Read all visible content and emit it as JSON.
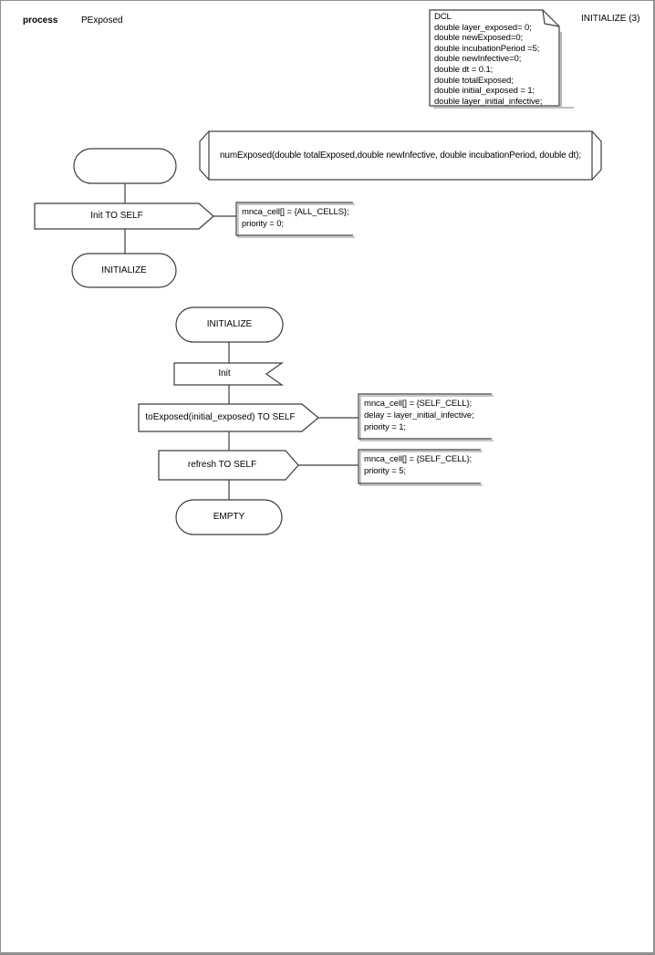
{
  "header": {
    "kind_label": "process",
    "process_name": "PExposed",
    "page_ref": "INITIALIZE (3)"
  },
  "dcl_note": {
    "lines": [
      "DCL",
      "double layer_exposed= 0;",
      "double newExposed=0;",
      "double incubationPeriod =5;",
      "double newInfective=0;",
      "double dt = 0.1;",
      "double totalExposed;",
      "double initial_exposed = 1;",
      "double layer_initial_infective;"
    ]
  },
  "operator_decl": {
    "signature": "numExposed(double totalExposed,double newInfective, double incubationPeriod, double dt);"
  },
  "flow_start": {
    "start_label": "",
    "output_label": "Init TO SELF",
    "output_comment": {
      "lines": [
        "mnca_cell[] = {ALL_CELLS};",
        "priority = 0;"
      ]
    },
    "next_state": "INITIALIZE"
  },
  "flow_initialize": {
    "state_label": "INITIALIZE",
    "input_label": "Init",
    "output_toexposed_label": "toExposed(initial_exposed) TO SELF",
    "toexposed_comment": {
      "lines": [
        "mnca_cell[] = {SELF_CELL};",
        "delay = layer_initial_infective;",
        "priority = 1;"
      ]
    },
    "output_refresh_label": "refresh TO SELF",
    "refresh_comment": {
      "lines": [
        "mnca_cell[] = {SELF_CELL};",
        "priority = 5;"
      ]
    },
    "end_state": "EMPTY"
  },
  "colors": {
    "line": "#3d3d3d",
    "shadow": "#a8a8a8",
    "text": "#000000",
    "background": "#ffffff",
    "frame": "#8f8f8f"
  }
}
